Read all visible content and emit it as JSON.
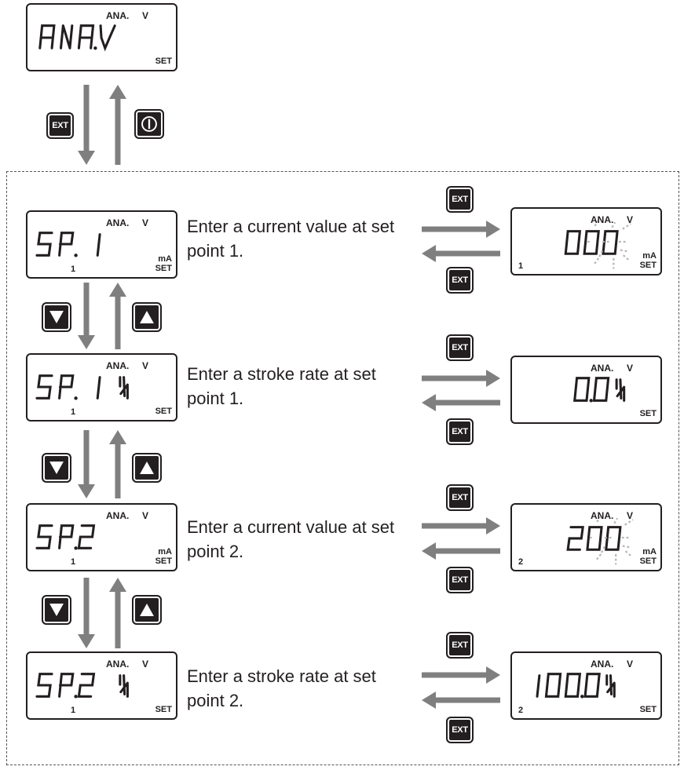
{
  "top_display": {
    "segments": "ANA.V",
    "ana": "ANA.",
    "v": "V",
    "set": "SET"
  },
  "top_keys": {
    "down_key_label": "EXT"
  },
  "rows": [
    {
      "left_display": {
        "segments": "SP. 1",
        "ana": "ANA.",
        "v": "V",
        "unit": "mA",
        "set": "SET",
        "point": "1"
      },
      "description": "Enter a current value at set point 1.",
      "forward_key": "EXT",
      "back_key": "EXT",
      "right_display": {
        "segments": "000",
        "ana": "ANA.",
        "v": "V",
        "unit": "mA",
        "set": "SET",
        "point": "1",
        "blinking": true
      }
    },
    {
      "left_display": {
        "segments": "SP. 1 %",
        "ana": "ANA.",
        "v": "V",
        "unit": "",
        "set": "SET",
        "point": "1"
      },
      "description": "Enter a stroke rate at set point 1.",
      "forward_key": "EXT",
      "back_key": "EXT",
      "right_display": {
        "segments": "0.0%",
        "ana": "ANA.",
        "v": "V",
        "unit": "",
        "set": "SET",
        "point": "",
        "blinking": false
      }
    },
    {
      "left_display": {
        "segments": "SP.2",
        "ana": "ANA.",
        "v": "V",
        "unit": "mA",
        "set": "SET",
        "point": "1"
      },
      "description": "Enter a current value at set point 2.",
      "forward_key": "EXT",
      "back_key": "EXT",
      "right_display": {
        "segments": "200",
        "ana": "ANA.",
        "v": "V",
        "unit": "mA",
        "set": "SET",
        "point": "2",
        "blinking": true
      }
    },
    {
      "left_display": {
        "segments": "SP.2 %",
        "ana": "ANA.",
        "v": "V",
        "unit": "",
        "set": "SET",
        "point": "1"
      },
      "description": "Enter a stroke rate at set point 2.",
      "forward_key": "EXT",
      "back_key": "EXT",
      "right_display": {
        "segments": "100.0%",
        "ana": "ANA.",
        "v": "V",
        "unit": "",
        "set": "SET",
        "point": "2",
        "blinking": false
      }
    }
  ],
  "icons": {
    "ext": "ext-key-icon",
    "power": "power-key-icon",
    "down": "down-triangle-key-icon",
    "up": "up-triangle-key-icon"
  },
  "colors": {
    "arrow": "#7f7f7f",
    "key": "#231f20",
    "blink": "#b8b8b8"
  }
}
